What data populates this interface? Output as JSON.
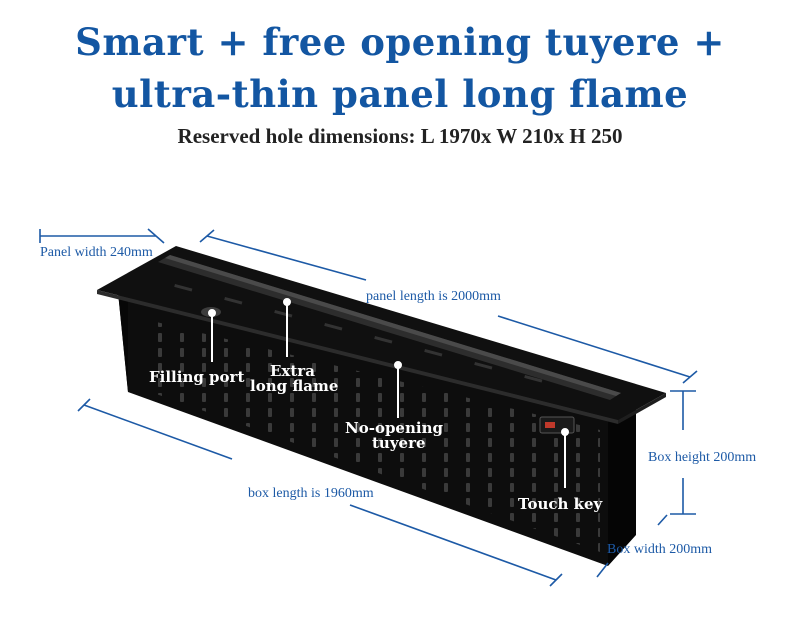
{
  "title_line1": "Smart + free opening tuyere +",
  "title_line2": "ultra-thin panel long flame",
  "subtitle": "Reserved hole dimensions: L 1970x W 210x H 250",
  "dimensions": {
    "panel_width": "Panel width 240mm",
    "panel_length": "panel length is 2000mm",
    "box_height": "Box height 200mm",
    "box_length": "box length is 1960mm",
    "box_width": "Box width 200mm"
  },
  "callouts": {
    "filling_port": "Filling port",
    "extra_line1": "Extra",
    "extra_line2": "long flame",
    "tuyere_line1": "No-opening",
    "tuyere_line2": "tuyere",
    "touch_key": "Touch key"
  },
  "colors": {
    "title_blue": "#1356a2",
    "dimension_blue": "#1d5aa6",
    "product_black": "#111111"
  }
}
